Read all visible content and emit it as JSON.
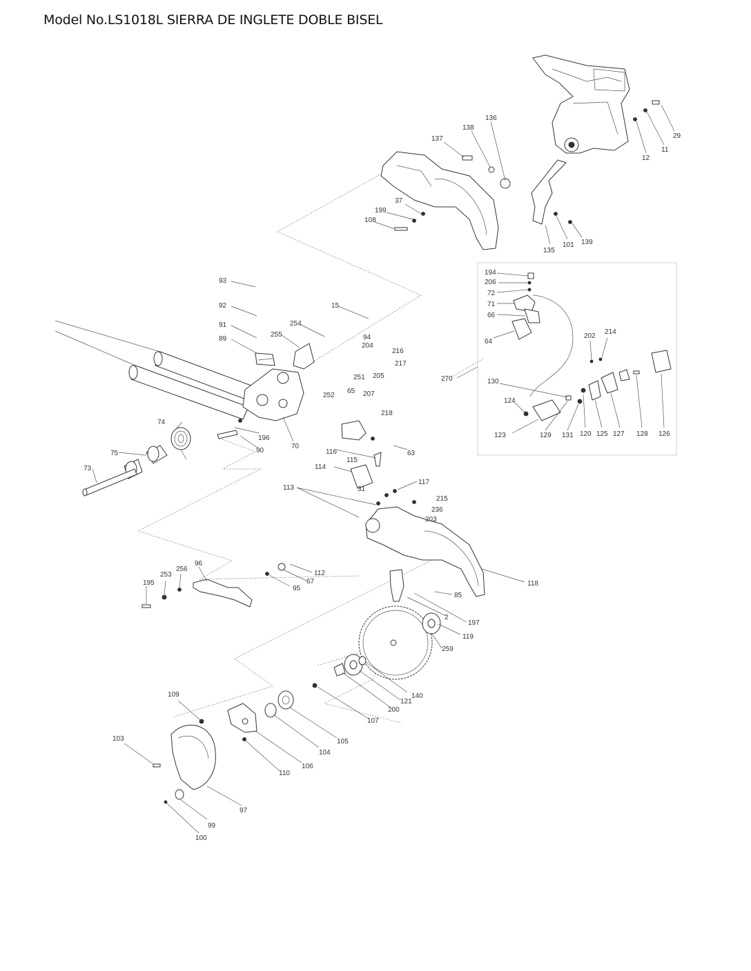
{
  "title": "Model No.LS1018L SIERRA DE INGLETE DOBLE BISEL",
  "diagram": {
    "callouts": [
      {
        "id": "c136",
        "label": "136"
      },
      {
        "id": "c138",
        "label": "138"
      },
      {
        "id": "c137",
        "label": "137"
      },
      {
        "id": "c29",
        "label": "29"
      },
      {
        "id": "c11",
        "label": "11"
      },
      {
        "id": "c12",
        "label": "12"
      },
      {
        "id": "c37",
        "label": "37"
      },
      {
        "id": "c199",
        "label": "199"
      },
      {
        "id": "c108",
        "label": "108"
      },
      {
        "id": "c135",
        "label": "135"
      },
      {
        "id": "c101",
        "label": "101"
      },
      {
        "id": "c139",
        "label": "139"
      },
      {
        "id": "c93",
        "label": "93"
      },
      {
        "id": "c92",
        "label": "92"
      },
      {
        "id": "c91",
        "label": "91"
      },
      {
        "id": "c89",
        "label": "89"
      },
      {
        "id": "c15",
        "label": "15"
      },
      {
        "id": "c254",
        "label": "254"
      },
      {
        "id": "c255",
        "label": "255"
      },
      {
        "id": "c94",
        "label": "94"
      },
      {
        "id": "c204",
        "label": "204"
      },
      {
        "id": "c216",
        "label": "216"
      },
      {
        "id": "c217",
        "label": "217"
      },
      {
        "id": "c251",
        "label": "251"
      },
      {
        "id": "c205",
        "label": "205"
      },
      {
        "id": "c252",
        "label": "252"
      },
      {
        "id": "c65",
        "label": "65"
      },
      {
        "id": "c207",
        "label": "207"
      },
      {
        "id": "c218",
        "label": "218"
      },
      {
        "id": "c74",
        "label": "74"
      },
      {
        "id": "c196",
        "label": "196"
      },
      {
        "id": "c70",
        "label": "70"
      },
      {
        "id": "c75",
        "label": "75"
      },
      {
        "id": "c90",
        "label": "90"
      },
      {
        "id": "c73",
        "label": "73"
      },
      {
        "id": "c63",
        "label": "63"
      },
      {
        "id": "c116",
        "label": "116"
      },
      {
        "id": "c115",
        "label": "115"
      },
      {
        "id": "c114",
        "label": "114"
      },
      {
        "id": "c117",
        "label": "117"
      },
      {
        "id": "c113",
        "label": "113"
      },
      {
        "id": "c31",
        "label": "31"
      },
      {
        "id": "c215",
        "label": "215"
      },
      {
        "id": "c236",
        "label": "236"
      },
      {
        "id": "c203",
        "label": "203"
      },
      {
        "id": "c118",
        "label": "118"
      },
      {
        "id": "c195",
        "label": "195"
      },
      {
        "id": "c253",
        "label": "253"
      },
      {
        "id": "c256",
        "label": "256"
      },
      {
        "id": "c96",
        "label": "96"
      },
      {
        "id": "c112",
        "label": "112"
      },
      {
        "id": "c67",
        "label": "67"
      },
      {
        "id": "c95",
        "label": "95"
      },
      {
        "id": "c85",
        "label": "85"
      },
      {
        "id": "c2",
        "label": "2"
      },
      {
        "id": "c197",
        "label": "197"
      },
      {
        "id": "c119",
        "label": "119"
      },
      {
        "id": "c259",
        "label": "259"
      },
      {
        "id": "c140",
        "label": "140"
      },
      {
        "id": "c121",
        "label": "121"
      },
      {
        "id": "c200",
        "label": "200"
      },
      {
        "id": "c107",
        "label": "107"
      },
      {
        "id": "c109",
        "label": "109"
      },
      {
        "id": "c105",
        "label": "105"
      },
      {
        "id": "c104",
        "label": "104"
      },
      {
        "id": "c106",
        "label": "106"
      },
      {
        "id": "c103",
        "label": "103"
      },
      {
        "id": "c110",
        "label": "110"
      },
      {
        "id": "c97",
        "label": "97"
      },
      {
        "id": "c99",
        "label": "99"
      },
      {
        "id": "c100",
        "label": "100"
      },
      {
        "id": "c194",
        "label": "194"
      },
      {
        "id": "c206",
        "label": "206"
      },
      {
        "id": "c72",
        "label": "72"
      },
      {
        "id": "c71",
        "label": "71"
      },
      {
        "id": "c66",
        "label": "66"
      },
      {
        "id": "c64",
        "label": "64"
      },
      {
        "id": "c270",
        "label": "270"
      },
      {
        "id": "c202",
        "label": "202"
      },
      {
        "id": "c214",
        "label": "214"
      },
      {
        "id": "c130",
        "label": "130"
      },
      {
        "id": "c124",
        "label": "124"
      },
      {
        "id": "c123",
        "label": "123"
      },
      {
        "id": "c129",
        "label": "129"
      },
      {
        "id": "c131",
        "label": "131"
      },
      {
        "id": "c120",
        "label": "120"
      },
      {
        "id": "c125",
        "label": "125"
      },
      {
        "id": "c127",
        "label": "127"
      },
      {
        "id": "c128",
        "label": "128"
      },
      {
        "id": "c126",
        "label": "126"
      }
    ]
  }
}
